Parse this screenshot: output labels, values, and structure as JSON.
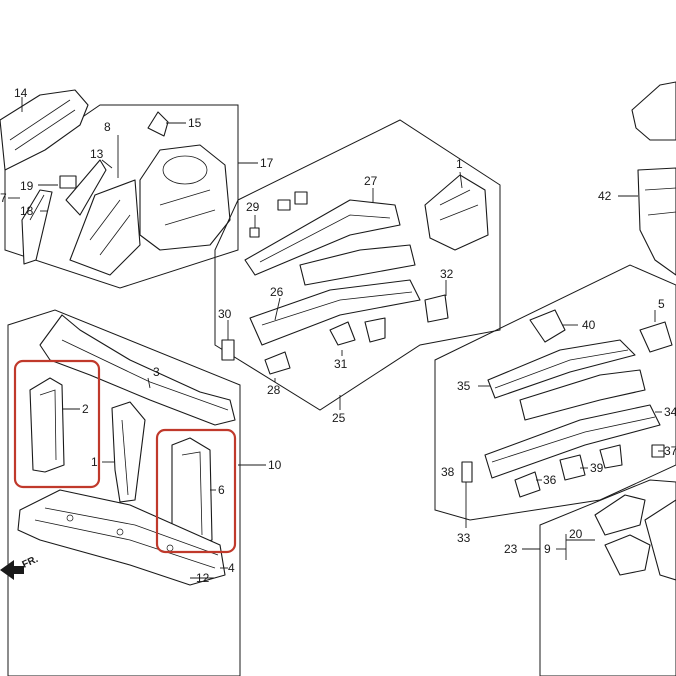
{
  "diagram": {
    "highlight_color": "#c0392b",
    "line_color": "#1a1a1a",
    "callouts": {
      "c1": "1",
      "c1b": "1",
      "c2": "2",
      "c3": "3",
      "c4": "4",
      "c5": "5",
      "c6": "6",
      "c8": "8",
      "c9": "9",
      "c10": "10",
      "c12": "12",
      "c13": "13",
      "c14": "14",
      "c15": "15",
      "c17": "17",
      "c18": "18",
      "c19": "19",
      "c20": "20",
      "c23": "23",
      "c25": "25",
      "c26": "26",
      "c27": "27",
      "c28": "28",
      "c29": "29",
      "c30": "30",
      "c31": "31",
      "c32": "32",
      "c33": "33",
      "c34": "34",
      "c35": "35",
      "c36": "36",
      "c37": "37",
      "c38": "38",
      "c39": "39",
      "c40": "40",
      "c42": "42",
      "c7": "7"
    },
    "front_indicator": "FR.",
    "highlighted_parts": [
      "2",
      "6"
    ]
  }
}
